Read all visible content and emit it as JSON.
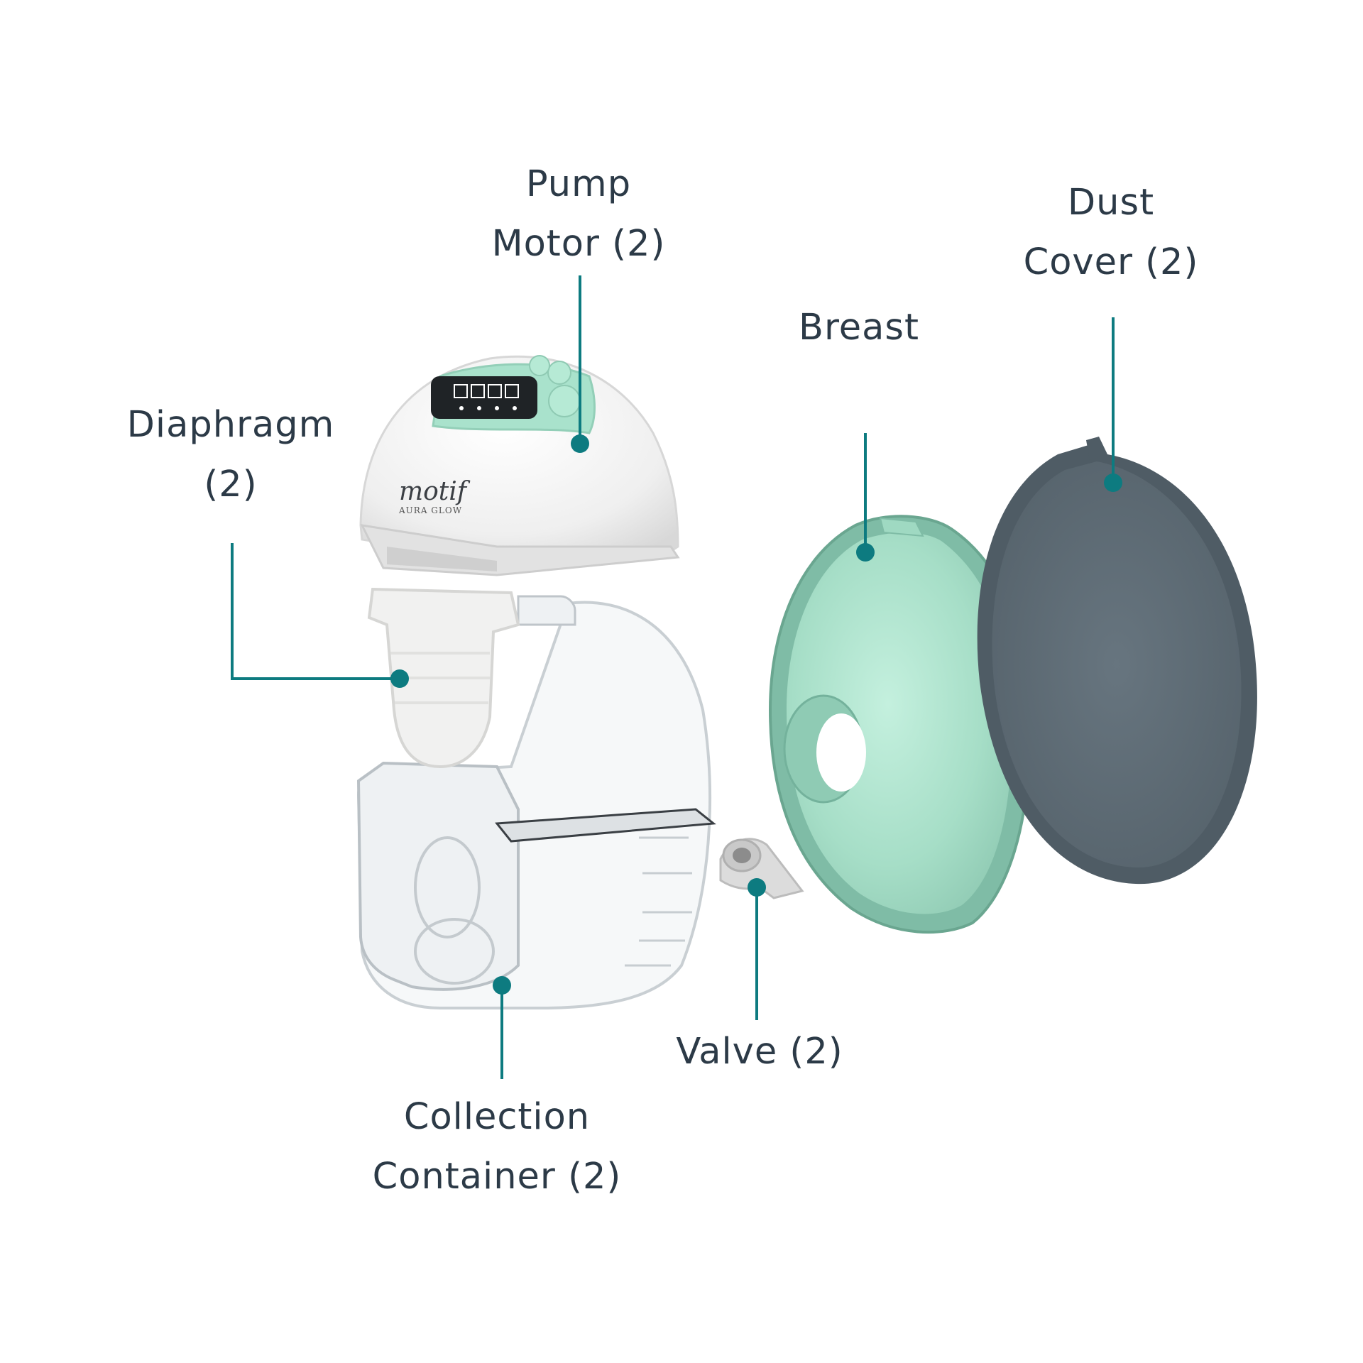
{
  "labels": {
    "pump_motor": [
      "Pump",
      "Motor (2)"
    ],
    "dust_cover": [
      "Dust",
      "Cover (2)"
    ],
    "breast": [
      "Breast"
    ],
    "diaphragm": [
      "Diaphragm",
      "(2)"
    ],
    "valve": [
      "Valve (2)"
    ],
    "collection_container": [
      "Collection",
      "Container (2)"
    ]
  },
  "product": {
    "brand": "motif",
    "model": "AURA GLOW"
  },
  "colors": {
    "text": "#2c3a47",
    "leader": "#0d7b80",
    "mint": "#a9e2cc",
    "mint_dark": "#7fc0a9",
    "slate": "#5d6b75",
    "white_body": "#f4f4f4"
  }
}
